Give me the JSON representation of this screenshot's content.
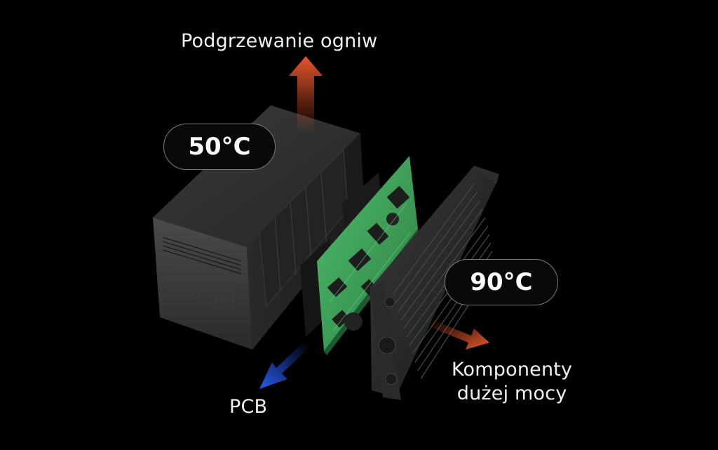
{
  "labels": {
    "top": "Podgrzewanie ogniw",
    "pcb": "PCB",
    "right_line1": "Komponenty",
    "right_line2": "dużej mocy"
  },
  "badges": {
    "left_temp": "50°C",
    "right_temp": "90°C"
  },
  "colors": {
    "background": "#000000",
    "arrow_up": "#e0522a",
    "arrow_pcb": "#1f52e0",
    "arrow_right": "#e0522a",
    "pcb_green": "#3a9a55"
  }
}
